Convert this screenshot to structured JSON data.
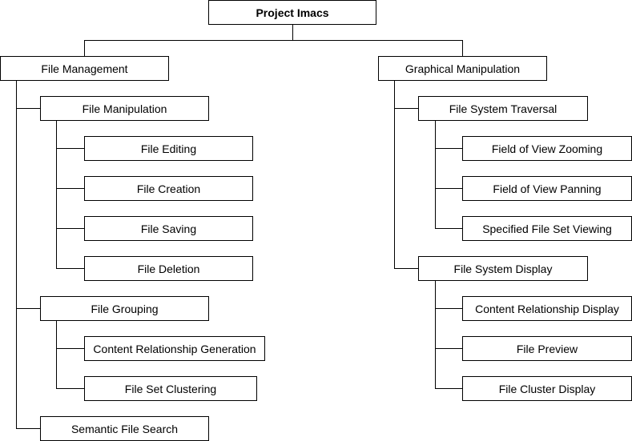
{
  "diagram": {
    "root": "Project Imacs",
    "file_management": {
      "label": "File Management",
      "file_manipulation": {
        "label": "File Manipulation",
        "items": [
          "File Editing",
          "File Creation",
          "File Saving",
          "File Deletion"
        ]
      },
      "file_grouping": {
        "label": "File Grouping",
        "items": [
          "Content Relationship Generation",
          "File Set Clustering"
        ]
      },
      "semantic_file_search": "Semantic File Search"
    },
    "graphical_manipulation": {
      "label": "Graphical Manipulation",
      "file_system_traversal": {
        "label": "File System Traversal",
        "items": [
          "Field of View Zooming",
          "Field of View Panning",
          "Specified File Set Viewing"
        ]
      },
      "file_system_display": {
        "label": "File System Display",
        "items": [
          "Content Relationship Display",
          "File Preview",
          "File Cluster Display"
        ]
      }
    }
  }
}
